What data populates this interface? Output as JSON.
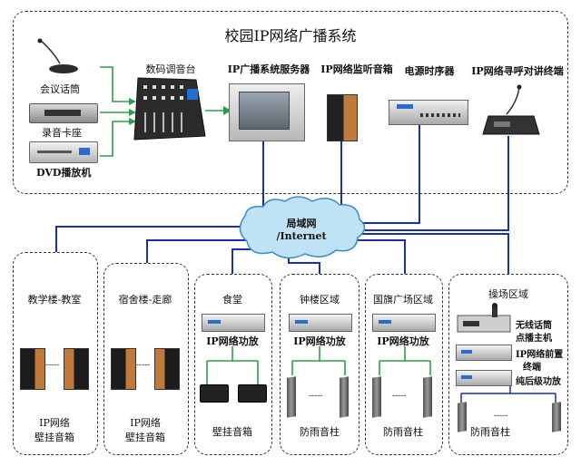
{
  "title": "校园IP网络广播系统",
  "sources": {
    "mic": "会议话筒",
    "recorder": "录音卡座",
    "dvd": "DVD播放机"
  },
  "top_devices": {
    "mixer": "数码调音台",
    "server": "IP广播系统服务器",
    "monitor": "IP网络监听音箱",
    "sequencer": "电源时序器",
    "intercom": "IP网络寻呼对讲终端"
  },
  "network": {
    "line1": "局域网",
    "line2": "/Internet"
  },
  "zones": [
    {
      "name": "教学楼-教室",
      "bottom1": "IP网络",
      "bottom2": "壁挂音箱"
    },
    {
      "name": "宿舍楼-走廊",
      "bottom1": "IP网络",
      "bottom2": "壁挂音箱"
    },
    {
      "name": "食堂",
      "amp": "IP网络功放",
      "bottom1": "壁挂音箱"
    },
    {
      "name": "钟楼区域",
      "amp": "IP网络功放",
      "bottom1": "防雨音柱"
    },
    {
      "name": "国旗广场区域",
      "amp": "IP网络功放",
      "bottom1": "防雨音柱"
    },
    {
      "name": "操场区域",
      "items": [
        "无线话筒",
        "点播主机",
        "IP网络前置",
        "终端",
        "纯后级功放"
      ],
      "bottom1": "防雨音柱"
    }
  ],
  "dashes": "-----",
  "colors": {
    "network": "#1a2fa8",
    "audio": "#2e9c4a",
    "cloud": "#bfe3f5"
  }
}
